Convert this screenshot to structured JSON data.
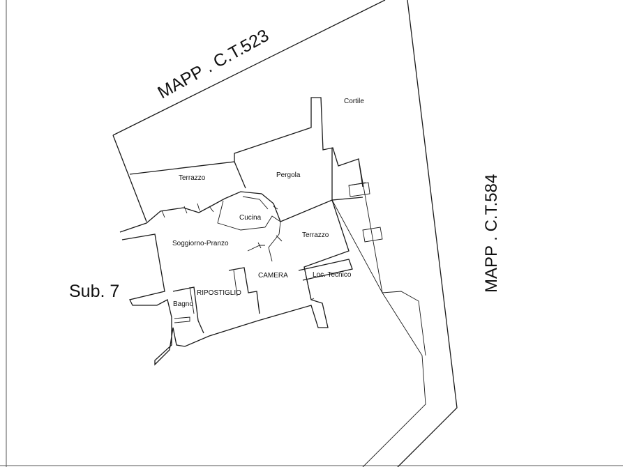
{
  "parcels": {
    "north": "MAPP . C.T.523",
    "east": "MAPP . C.T.584"
  },
  "unit": "Sub. 7",
  "rooms": {
    "cortile": "Cortile",
    "terrazzo_upper": "Terrazzo",
    "pergola": "Pergola",
    "cucina": "Cucina",
    "terrazzo_lower": "Terrazzo",
    "soggiorno": "Soggiorno-Pranzo",
    "camera": "CAMERA",
    "loc_tecnico": "Loc. Tecnico",
    "ripostiglio": "RIPOSTIGLIO",
    "bagno": "Bagno"
  }
}
